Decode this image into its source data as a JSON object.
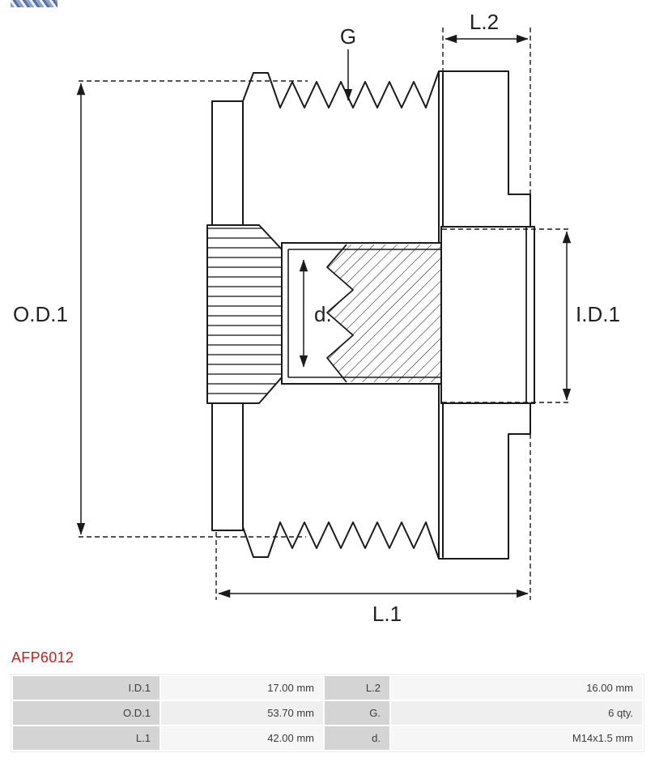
{
  "product": {
    "code": "AFP6012"
  },
  "drawing": {
    "type": "technical-cross-section",
    "subject": "alternator-freewheel-pulley",
    "groove_count": 6,
    "labels": {
      "groove": "G",
      "length2": "L.2",
      "outer_diameter": "O.D.1",
      "inner_diameter": "I.D.1",
      "bore": "d.",
      "length1": "L.1"
    }
  },
  "colors": {
    "line": "#1a1a1a",
    "code_red": "#c42222",
    "table_label_bg": "#d4d4d4",
    "table_value_bg": "#f6f6f6"
  },
  "specs": {
    "rows": [
      {
        "label1": "I.D.1",
        "value1": "17.00 mm",
        "label2": "L.2",
        "value2": "16.00 mm"
      },
      {
        "label1": "O.D.1",
        "value1": "53.70 mm",
        "label2": "G.",
        "value2": "6 qty."
      },
      {
        "label1": "L.1",
        "value1": "42.00 mm",
        "label2": "d.",
        "value2": "M14x1.5 mm"
      }
    ]
  }
}
